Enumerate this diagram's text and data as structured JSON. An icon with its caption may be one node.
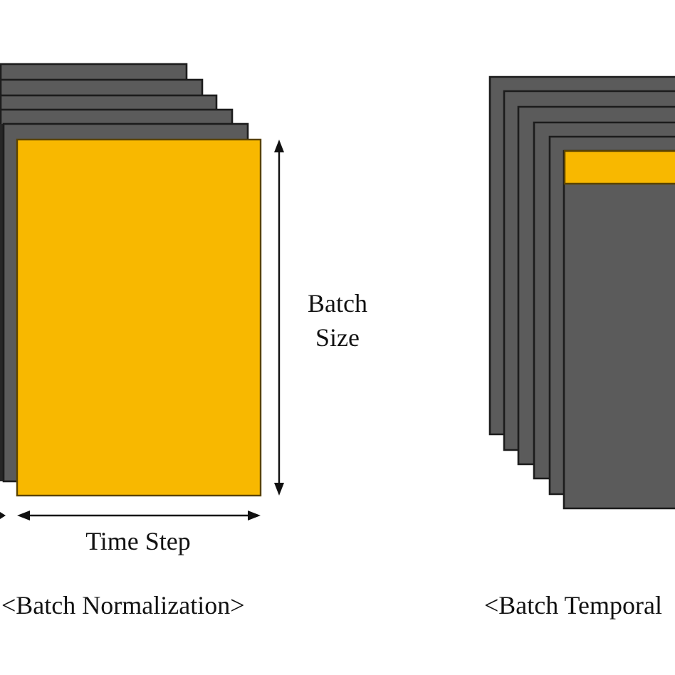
{
  "diagram": {
    "labels": [
      "Batch Size",
      "Time Step",
      "<Batch Normalization>",
      "<Batch Temporal"
    ]
  }
}
